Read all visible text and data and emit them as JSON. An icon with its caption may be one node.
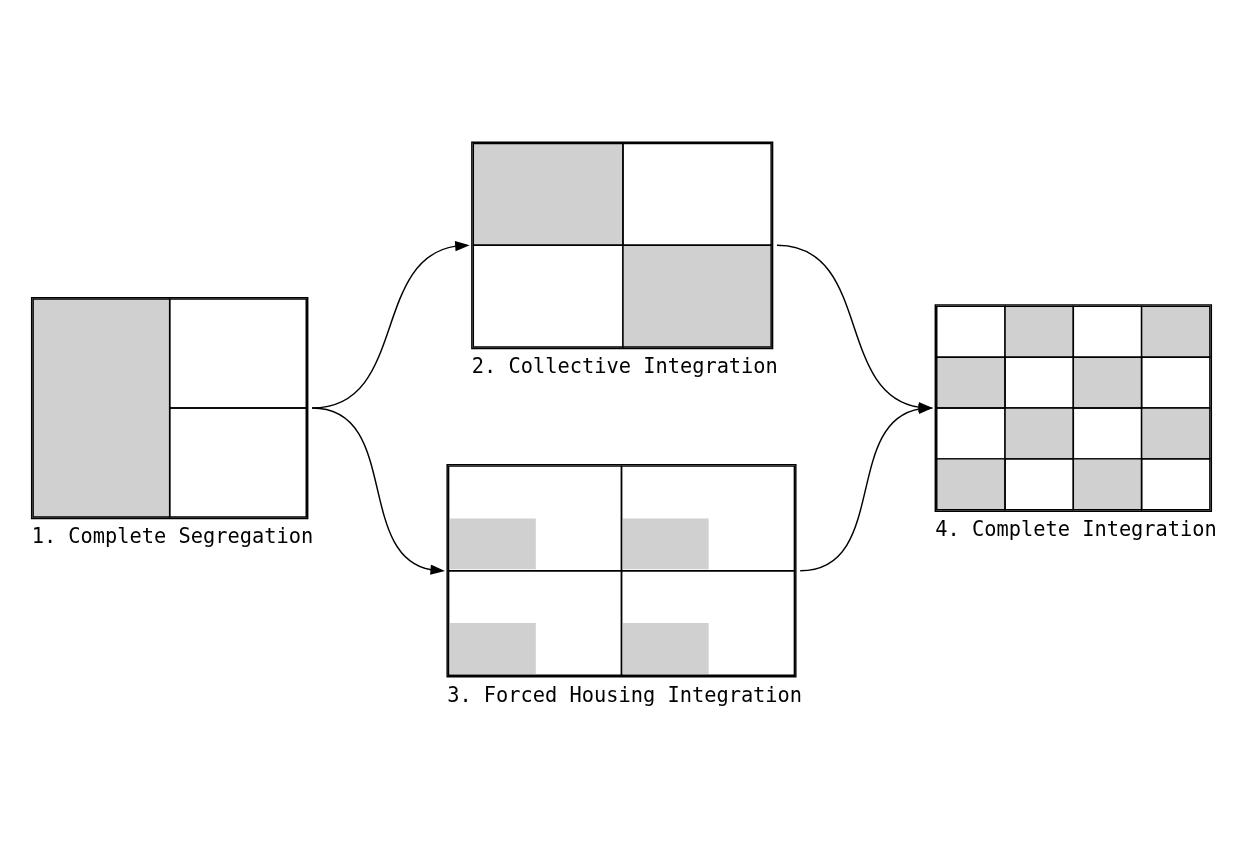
{
  "diagram": {
    "nodes": [
      {
        "text": [
          "1. Complete Segregation"
        ]
      },
      {
        "text": [
          "2. Collective Integration"
        ]
      },
      {
        "text": [
          "3. Forced Housing Integration"
        ]
      },
      {
        "text": [
          "4. Complete Integration"
        ]
      }
    ],
    "edges": [
      {
        "from": 0,
        "to": 1,
        "arrow": "to"
      },
      {
        "from": 0,
        "to": 2,
        "arrow": "to"
      },
      {
        "from": 1,
        "to": 3,
        "arrow": "to"
      },
      {
        "from": 2,
        "to": 3,
        "arrow": "to"
      }
    ]
  }
}
